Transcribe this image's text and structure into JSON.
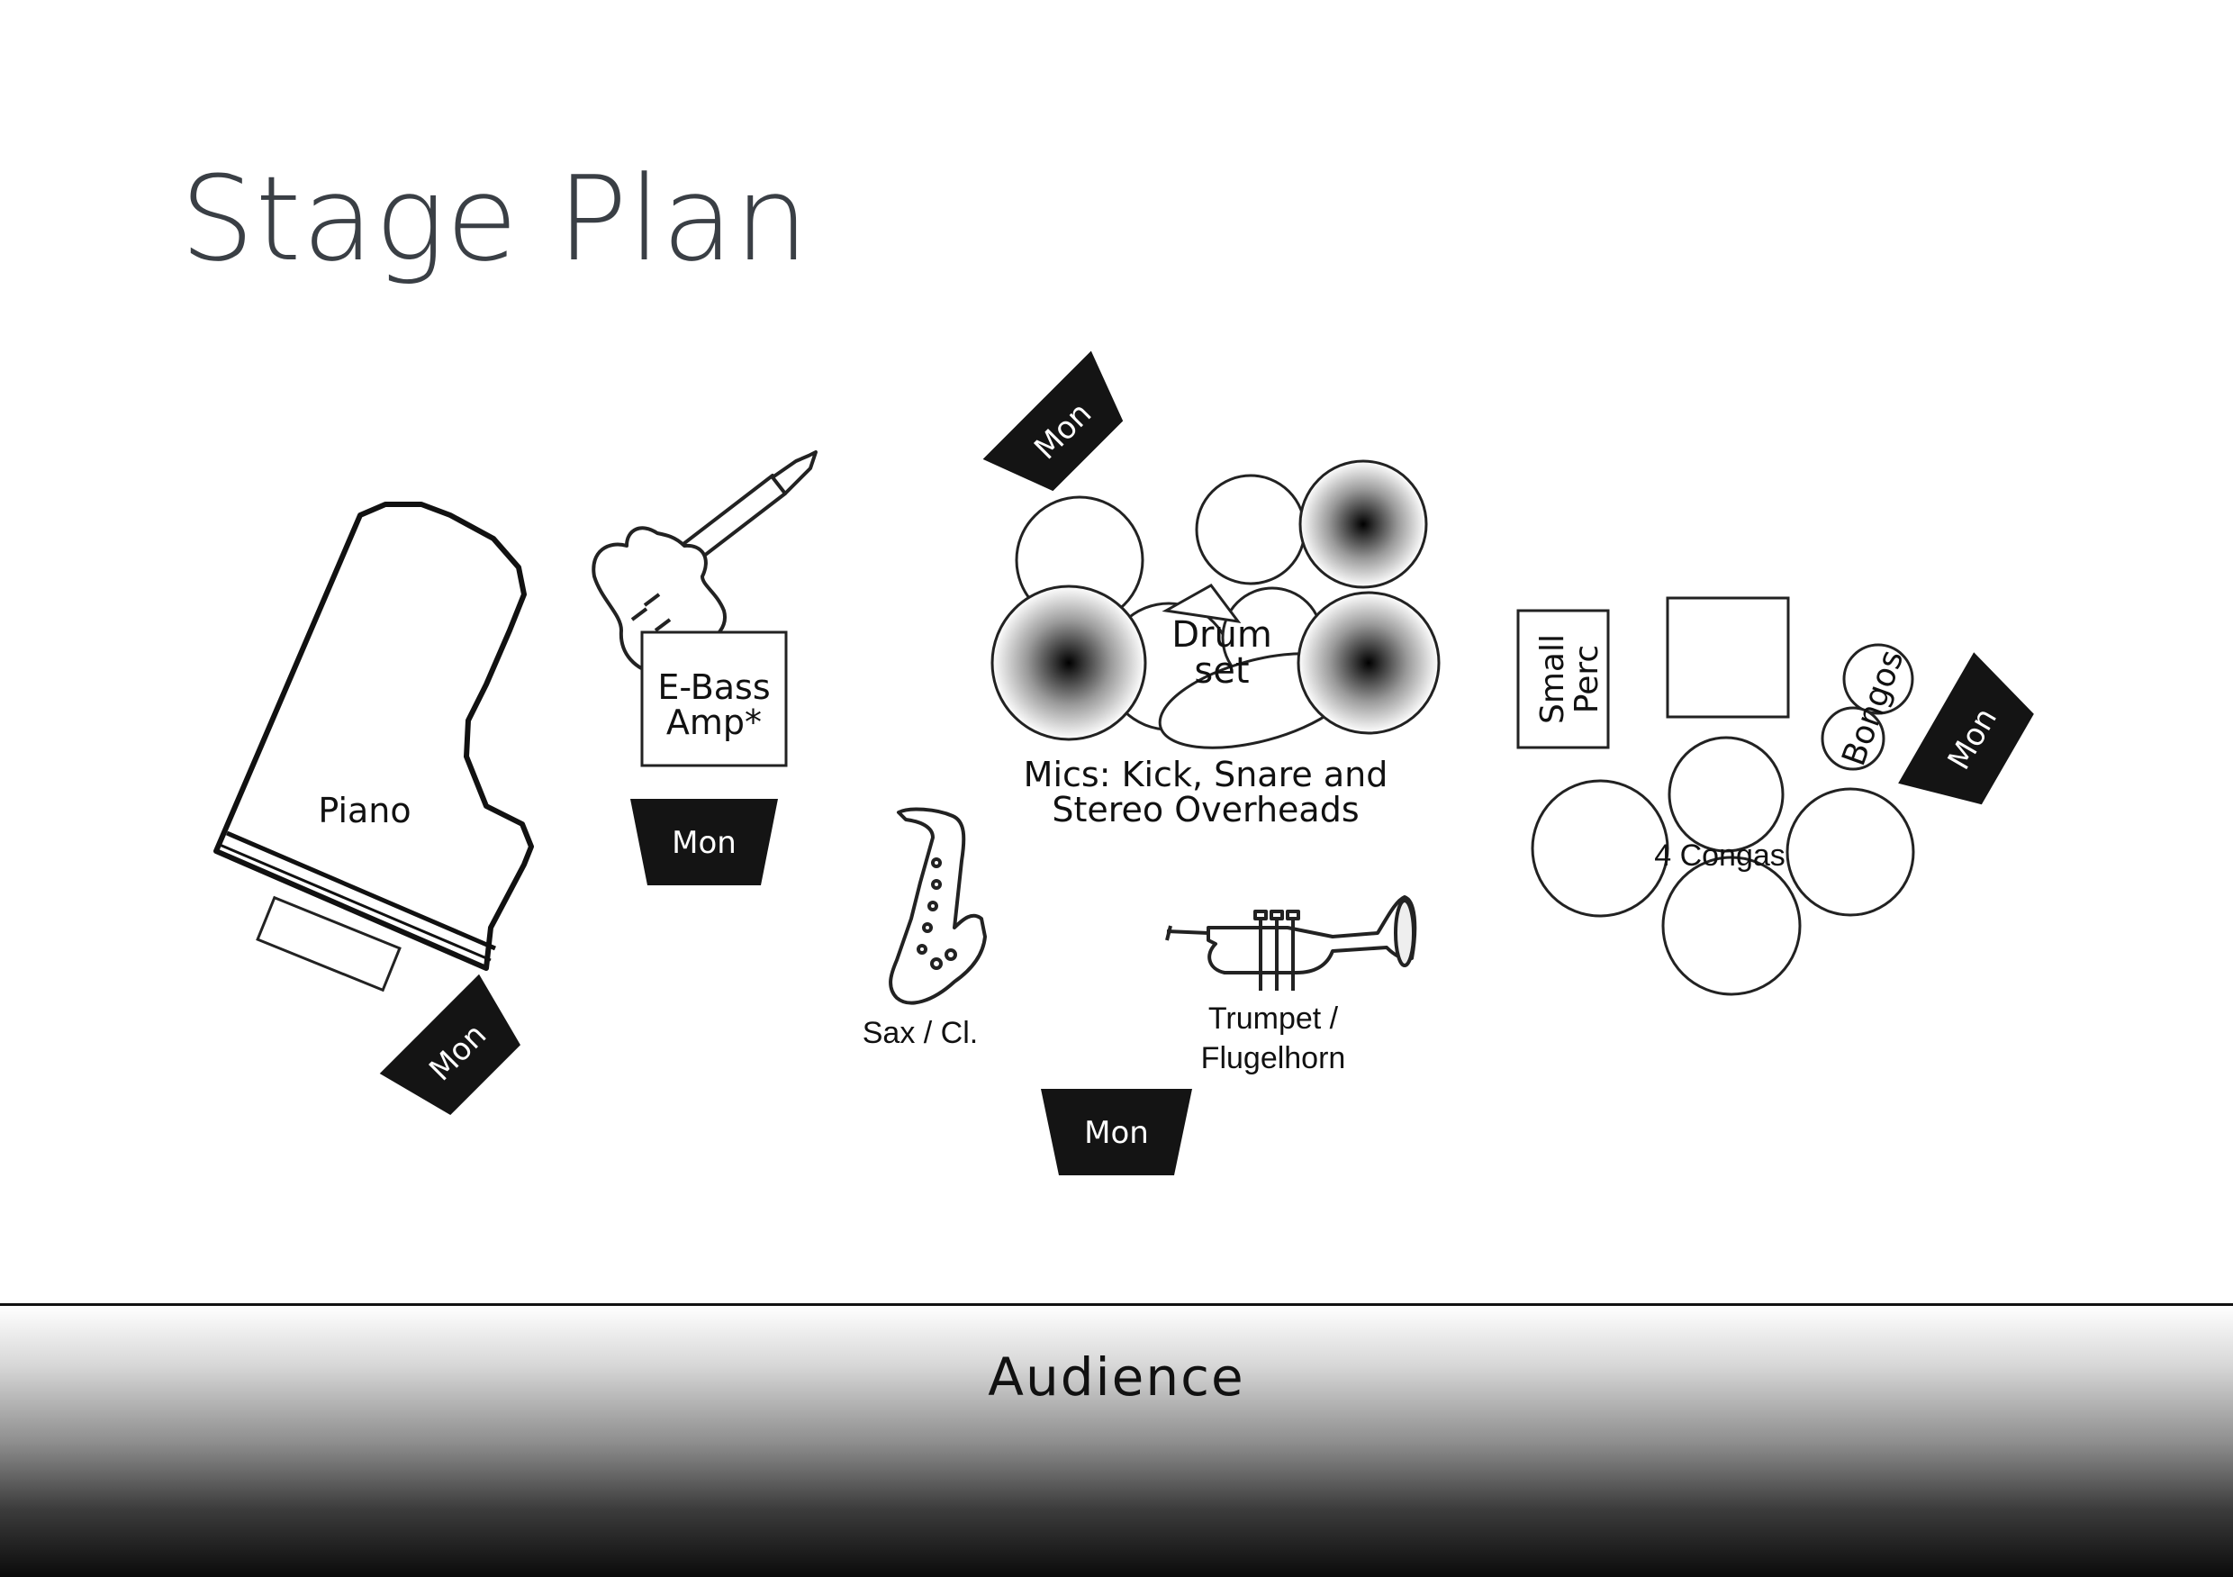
{
  "title": "Stage Plan",
  "audience": "Audience",
  "instruments": {
    "piano": "Piano",
    "bass_amp_line1": "E-Bass",
    "bass_amp_line2": "Amp*",
    "drum_line1": "Drum",
    "drum_line2": "set",
    "mics_line1": "Mics: Kick, Snare and",
    "mics_line2": "Stereo Overheads",
    "small_perc_line1": "Small",
    "small_perc_line2": "Perc",
    "bongos": "Bongos",
    "congas": "4 Congas",
    "sax": "Sax / Cl.",
    "trumpet_line1": "Trumpet /",
    "trumpet_line2": "Flugelhorn"
  },
  "monitor_label": "Mon"
}
